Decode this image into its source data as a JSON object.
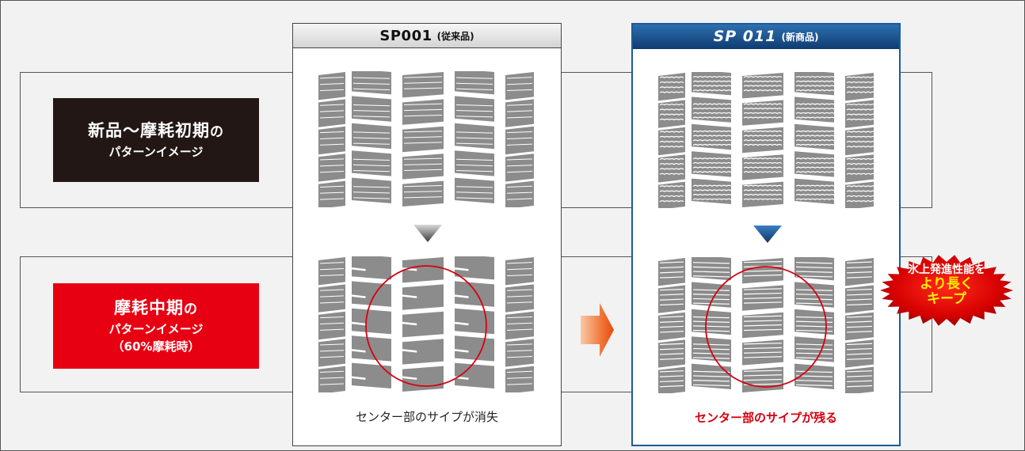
{
  "rows": [
    {
      "main": "新品〜摩耗初期",
      "suffix": "の",
      "sub": "パターンイメージ",
      "note": "",
      "color": "#221714"
    },
    {
      "main": "摩耗中期",
      "suffix": "の",
      "sub": "パターンイメージ",
      "note": "（60%摩耗時）",
      "color": "#e60012"
    }
  ],
  "columns": {
    "old": {
      "name": "SP001",
      "tag": "(従来品)",
      "caption": "センター部のサイプが消失"
    },
    "new": {
      "name": "SP 011",
      "tag": "(新商品)",
      "caption": "センター部のサイプが残る"
    }
  },
  "badge": {
    "line1": "氷上発進性能を",
    "line2": "より長く",
    "line3": "キープ"
  },
  "colors": {
    "accent_red": "#e60012",
    "brand_blue": "#1a5c9c",
    "tread_gray": "#8c8c8c"
  },
  "icons": {
    "down": "triangle-down-icon",
    "next": "arrow-right-icon",
    "badge": "starburst-badge-icon"
  }
}
